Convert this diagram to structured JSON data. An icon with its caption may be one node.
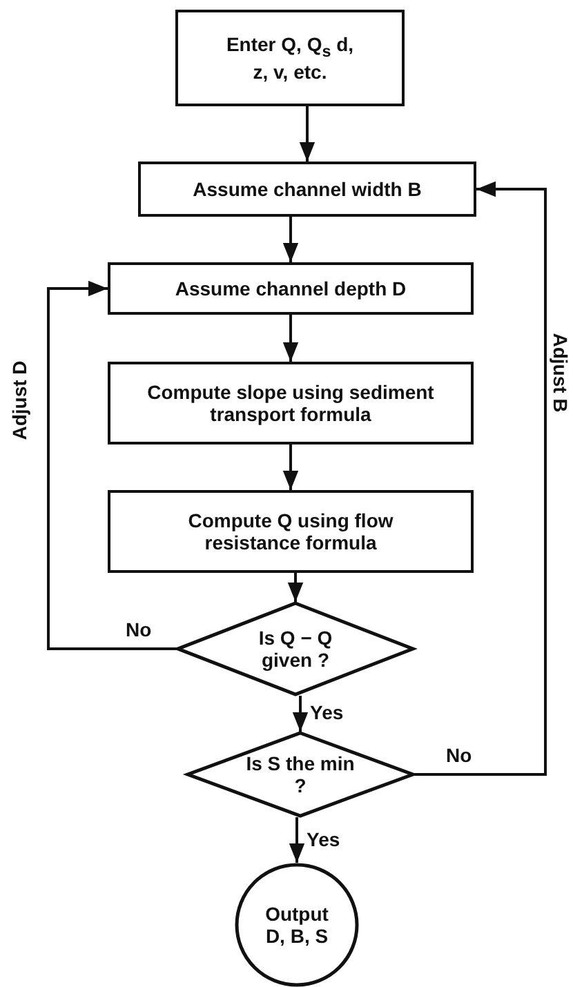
{
  "diagram": {
    "nodes": [
      {
        "text": [
          "Enter Q, Q$_{s}$ d, z, v, etc."
        ]
      },
      {
        "text": [
          "Assume channel width B"
        ]
      },
      {
        "text": [
          "Assume channel depth D"
        ]
      },
      {
        "text": [
          "Compute slope using sediment transport formula"
        ]
      },
      {
        "text": [
          "Compute Q using flow resistance formula"
        ]
      },
      {
        "text": [
          "Is Q − Q given ?"
        ]
      },
      {
        "text": [
          "Is S the min ?"
        ]
      },
      {
        "text": [
          "Output D, B, S"
        ]
      }
    ],
    "edges": [
      {
        "from": 0,
        "to": 1,
        "arrow": "to"
      },
      {
        "from": 1,
        "to": 2,
        "arrow": "to"
      },
      {
        "from": 2,
        "to": 3,
        "arrow": "to"
      },
      {
        "from": 3,
        "to": 4,
        "arrow": "to"
      },
      {
        "from": 4,
        "to": 5,
        "arrow": "to"
      },
      {
        "from": 5,
        "to": 6,
        "arrow": "to",
        "label": "Yes"
      },
      {
        "from": 6,
        "to": 7,
        "arrow": "to",
        "label": "Yes"
      },
      {
        "from": 5,
        "to": 2,
        "arrow": "to",
        "label": "No"
      },
      {
        "from": 6,
        "to": 1,
        "arrow": "to",
        "label": "No"
      }
    ],
    "labels": [
      "Adjust D",
      "Adjust B"
    ]
  }
}
